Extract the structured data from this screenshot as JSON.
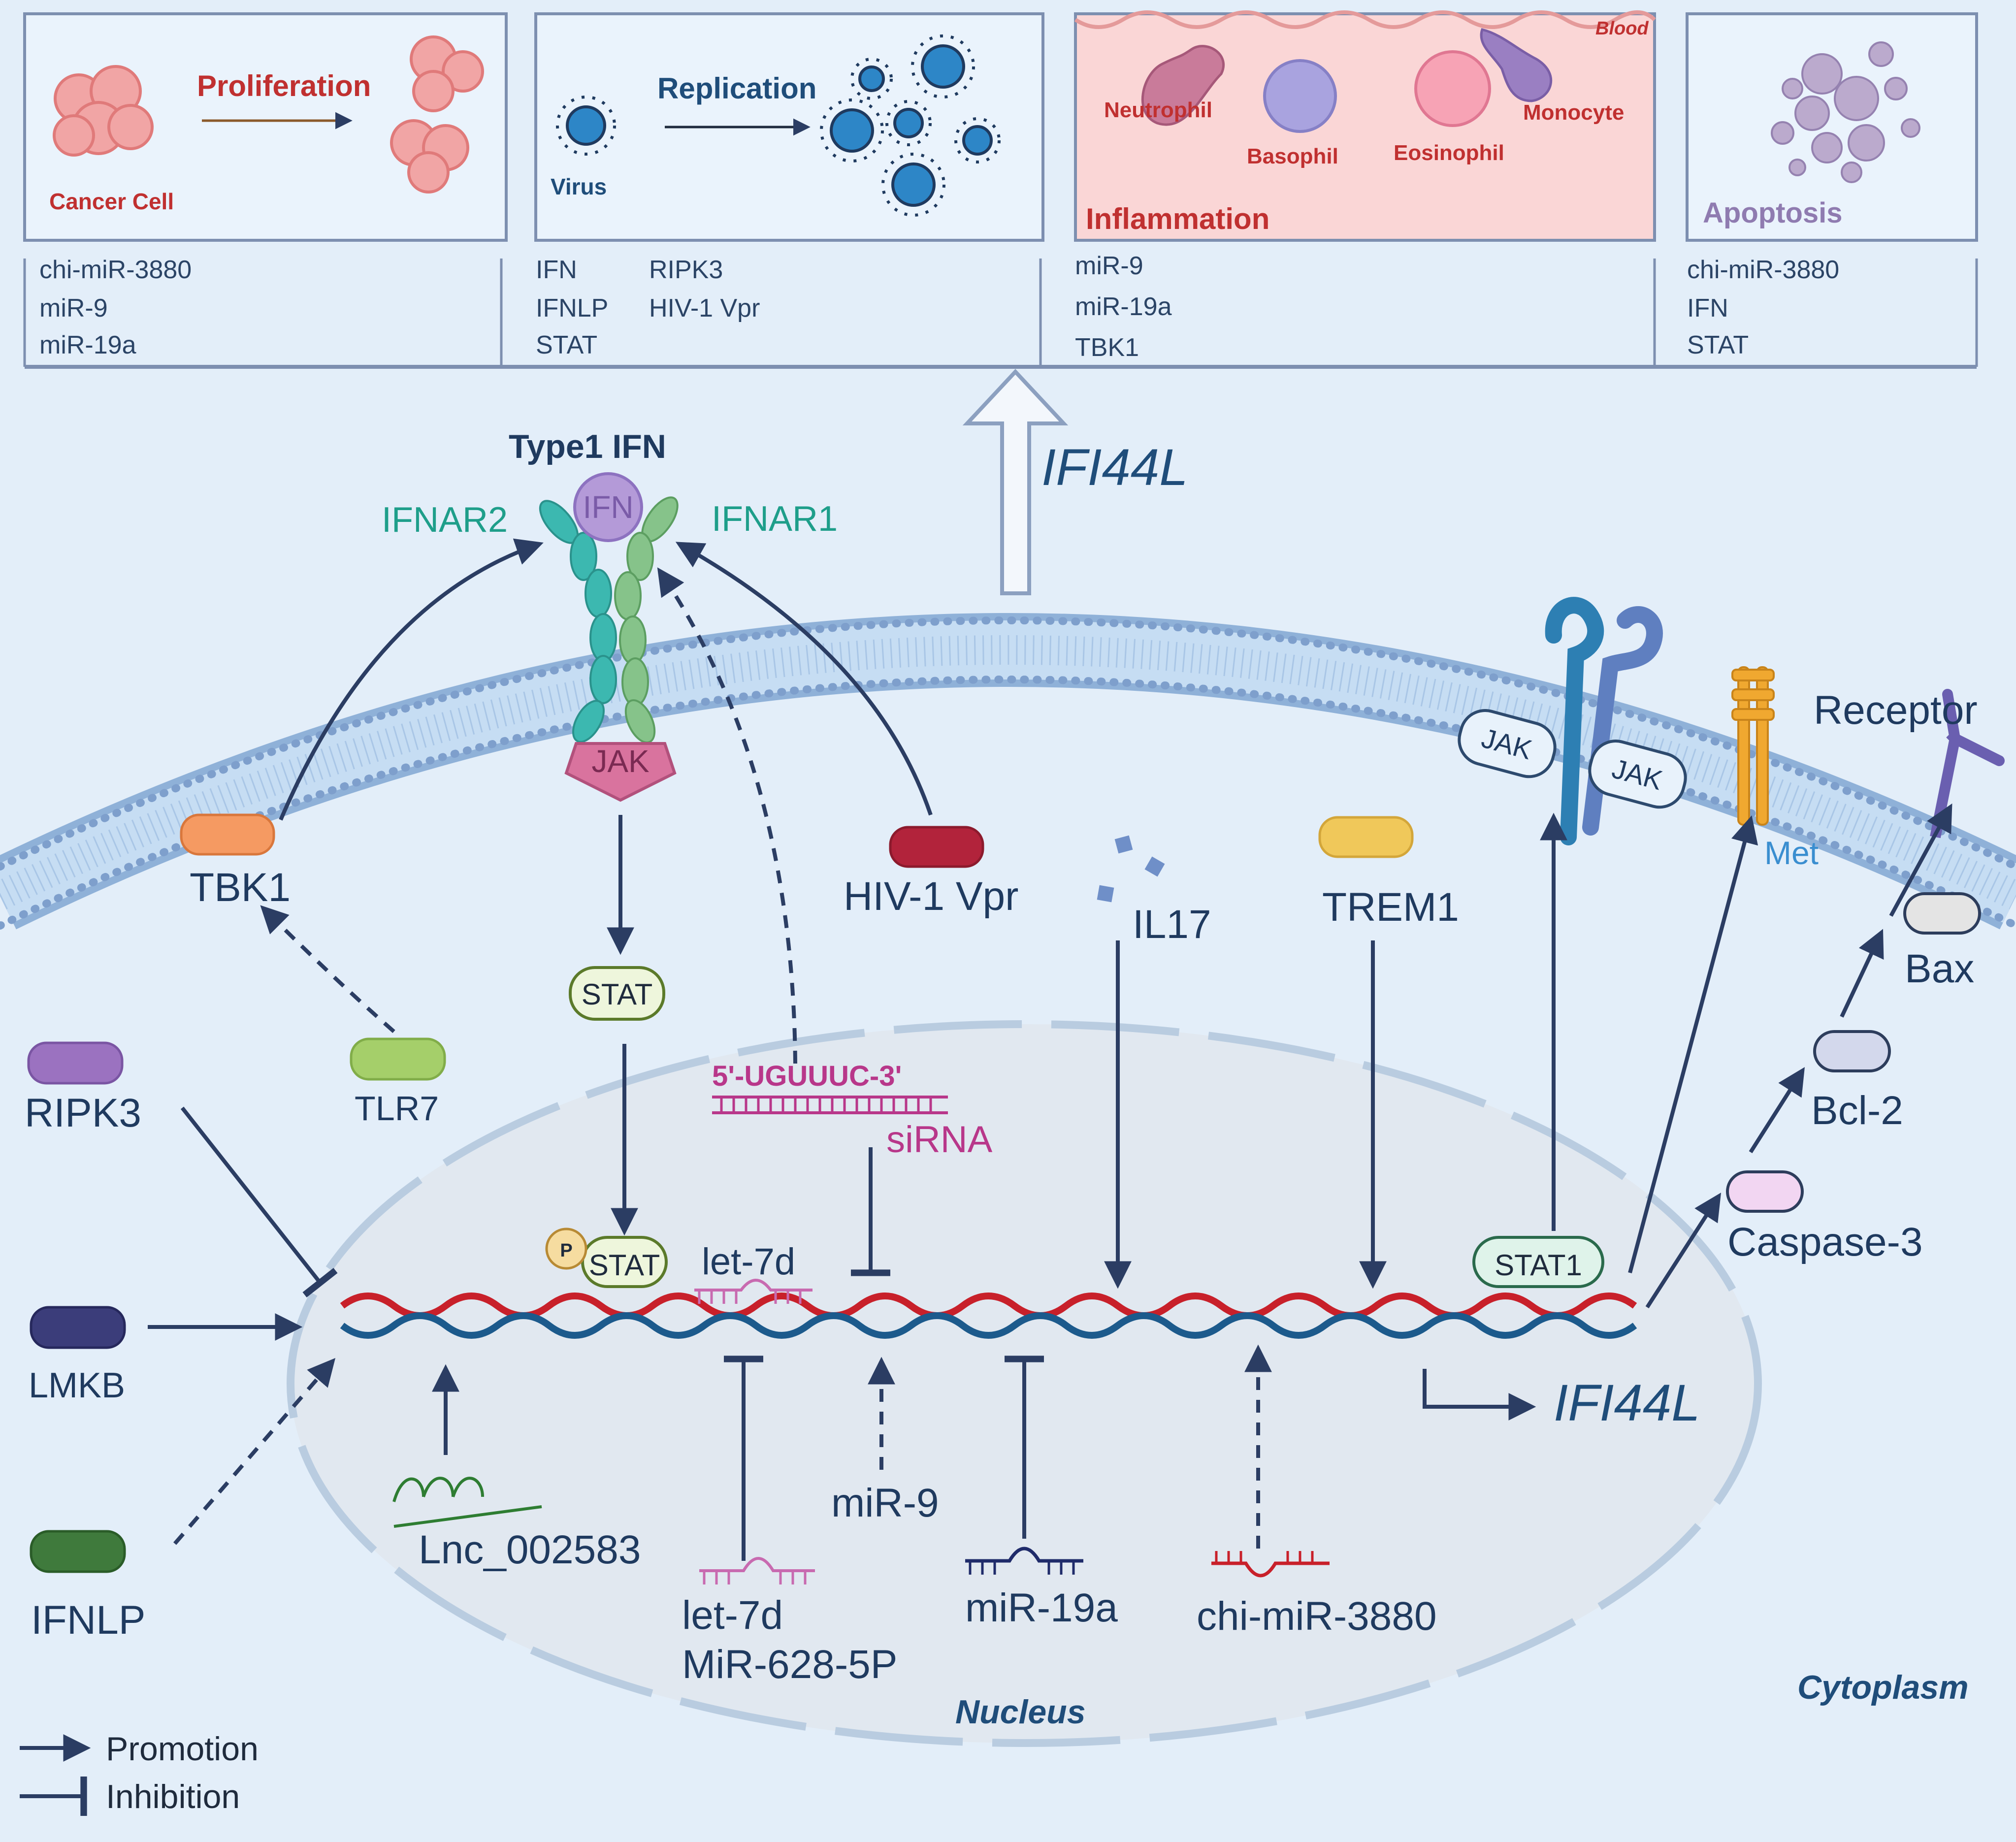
{
  "panels": {
    "cancer": {
      "title": "Proliferation",
      "caption": "Cancer Cell",
      "items": [
        "chi-miR-3880",
        "miR-9",
        "miR-19a"
      ]
    },
    "virus": {
      "title": "Replication",
      "caption": "Virus",
      "items_col1": [
        "IFN",
        "IFNLP",
        "STAT"
      ],
      "items_col2": [
        "RIPK3",
        "HIV-1 Vpr"
      ]
    },
    "inflammation": {
      "title": "Inflammation",
      "blood": "Blood",
      "cells": [
        "Neutrophil",
        "Basophil",
        "Eosinophil",
        "Monocyte"
      ],
      "items": [
        "miR-9",
        "miR-19a",
        "TBK1"
      ]
    },
    "apoptosis": {
      "title": "Apoptosis",
      "items": [
        "chi-miR-3880",
        "IFN",
        "STAT"
      ]
    }
  },
  "receptor": {
    "title": "Type1 IFN",
    "ligand": "IFN",
    "ifnar2": "IFNAR2",
    "ifnar1": "IFNAR1",
    "jak": "JAK"
  },
  "gene_top": "IFI44L",
  "gene_bottom": "IFI44L",
  "membrane_proteins": {
    "tbk1": "TBK1",
    "hiv": "HIV-1 Vpr",
    "il17": "IL17",
    "trem1": "TREM1",
    "jak_left": "JAK",
    "jak_right": "JAK",
    "met": "Met",
    "receptor": "Receptor"
  },
  "cytoplasm_factors": {
    "ripk3": "RIPK3",
    "tlr7": "TLR7",
    "lmkb": "LMKB",
    "ifnlp": "IFNLP",
    "stat": "STAT",
    "bax": "Bax",
    "bcl2": "Bcl-2",
    "caspase3": "Caspase-3"
  },
  "nucleus": {
    "label": "Nucleus",
    "sirna_seq": "5'-UGUUUC-3'",
    "sirna": "siRNA",
    "pstat_p": "P",
    "pstat": "STAT",
    "stat1": "STAT1",
    "let7d_top": "let-7d",
    "lnc": "Lnc_002583",
    "let7d_bottom": "let-7d",
    "mir628": "MiR-628-5P",
    "mir9": "miR-9",
    "mir19a": "miR-19a",
    "chimir": "chi-miR-3880"
  },
  "cytoplasm_label": "Cytoplasm",
  "legend": {
    "promotion": "Promotion",
    "inhibition": "Inhibition"
  },
  "colors": {
    "navy": "#2b3d63",
    "teal": "#1e9e8a",
    "dna_red": "#c8202a",
    "dna_blue": "#1c5a8c",
    "magenta": "#b8378a"
  }
}
